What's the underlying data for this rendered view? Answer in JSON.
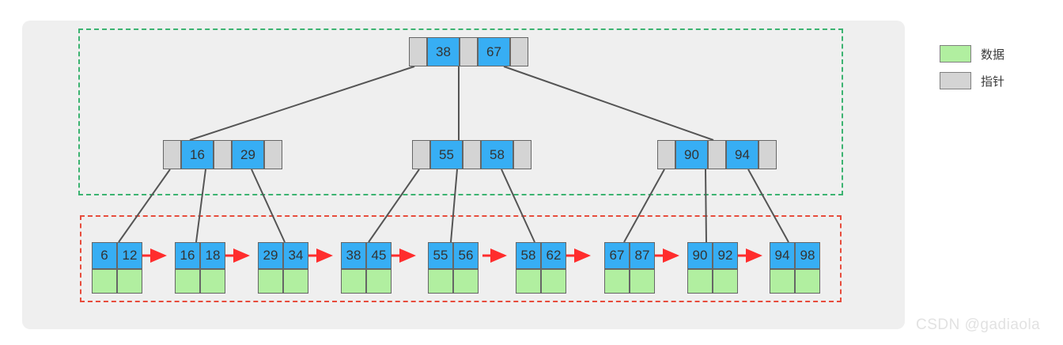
{
  "diagram": {
    "title": "B+ tree structure diagram",
    "colors": {
      "panel_background": "#efefef",
      "key_cell": "#37aef4",
      "data_cell": "#b1efa0",
      "pointer_cell": "#d4d4d4",
      "cell_border": "#666666",
      "index_group_border": "#3cb371",
      "leaf_group_border": "#e74c3c",
      "connector_line": "#555555",
      "leaf_link_arrow": "#ff2d2d"
    },
    "root": {
      "keys": [
        "38",
        "67"
      ],
      "pointer_count": 3
    },
    "internal_nodes": [
      {
        "keys": [
          "16",
          "29"
        ],
        "pointer_count": 3
      },
      {
        "keys": [
          "55",
          "58"
        ],
        "pointer_count": 3
      },
      {
        "keys": [
          "90",
          "94"
        ],
        "pointer_count": 3
      }
    ],
    "leaf_nodes": [
      {
        "keys": [
          "6",
          "12"
        ]
      },
      {
        "keys": [
          "16",
          "18"
        ]
      },
      {
        "keys": [
          "29",
          "34"
        ]
      },
      {
        "keys": [
          "38",
          "45"
        ]
      },
      {
        "keys": [
          "55",
          "56"
        ]
      },
      {
        "keys": [
          "58",
          "62"
        ]
      },
      {
        "keys": [
          "67",
          "87"
        ]
      },
      {
        "keys": [
          "90",
          "92"
        ]
      },
      {
        "keys": [
          "94",
          "98"
        ]
      }
    ]
  },
  "legend": {
    "items": [
      {
        "swatch": "data-swatch",
        "label": "数据"
      },
      {
        "swatch": "pointer-swatch",
        "label": "指针"
      }
    ]
  },
  "watermark": {
    "text": "CSDN @gadiaola"
  }
}
